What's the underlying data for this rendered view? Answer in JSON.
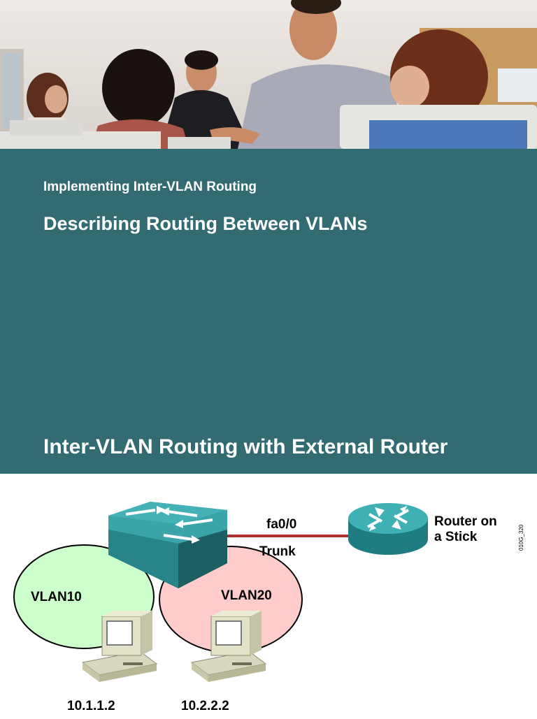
{
  "slide": {
    "subtitle": "Implementing Inter-VLAN Routing",
    "title": "Describing Routing Between VLANs"
  },
  "section": {
    "heading": "Inter-VLAN Routing with External Router"
  },
  "diagram": {
    "vlan_a_label": "VLAN10",
    "vlan_b_label": "VLAN20",
    "interface_label": "fa0/0",
    "link_label": "Trunk",
    "router_label_line1": "Router on",
    "router_label_line2": "a Stick",
    "host_a_address": "10.1.1.2",
    "host_b_address": "10.2.2.2",
    "figure_code": "010G_320"
  },
  "colors": {
    "banner": "#336b73",
    "vlan_a_fill": "#ccffcc",
    "vlan_b_fill": "#ffcccc",
    "trunk_link": "#b03030",
    "device_teal": "#2f8f94"
  }
}
